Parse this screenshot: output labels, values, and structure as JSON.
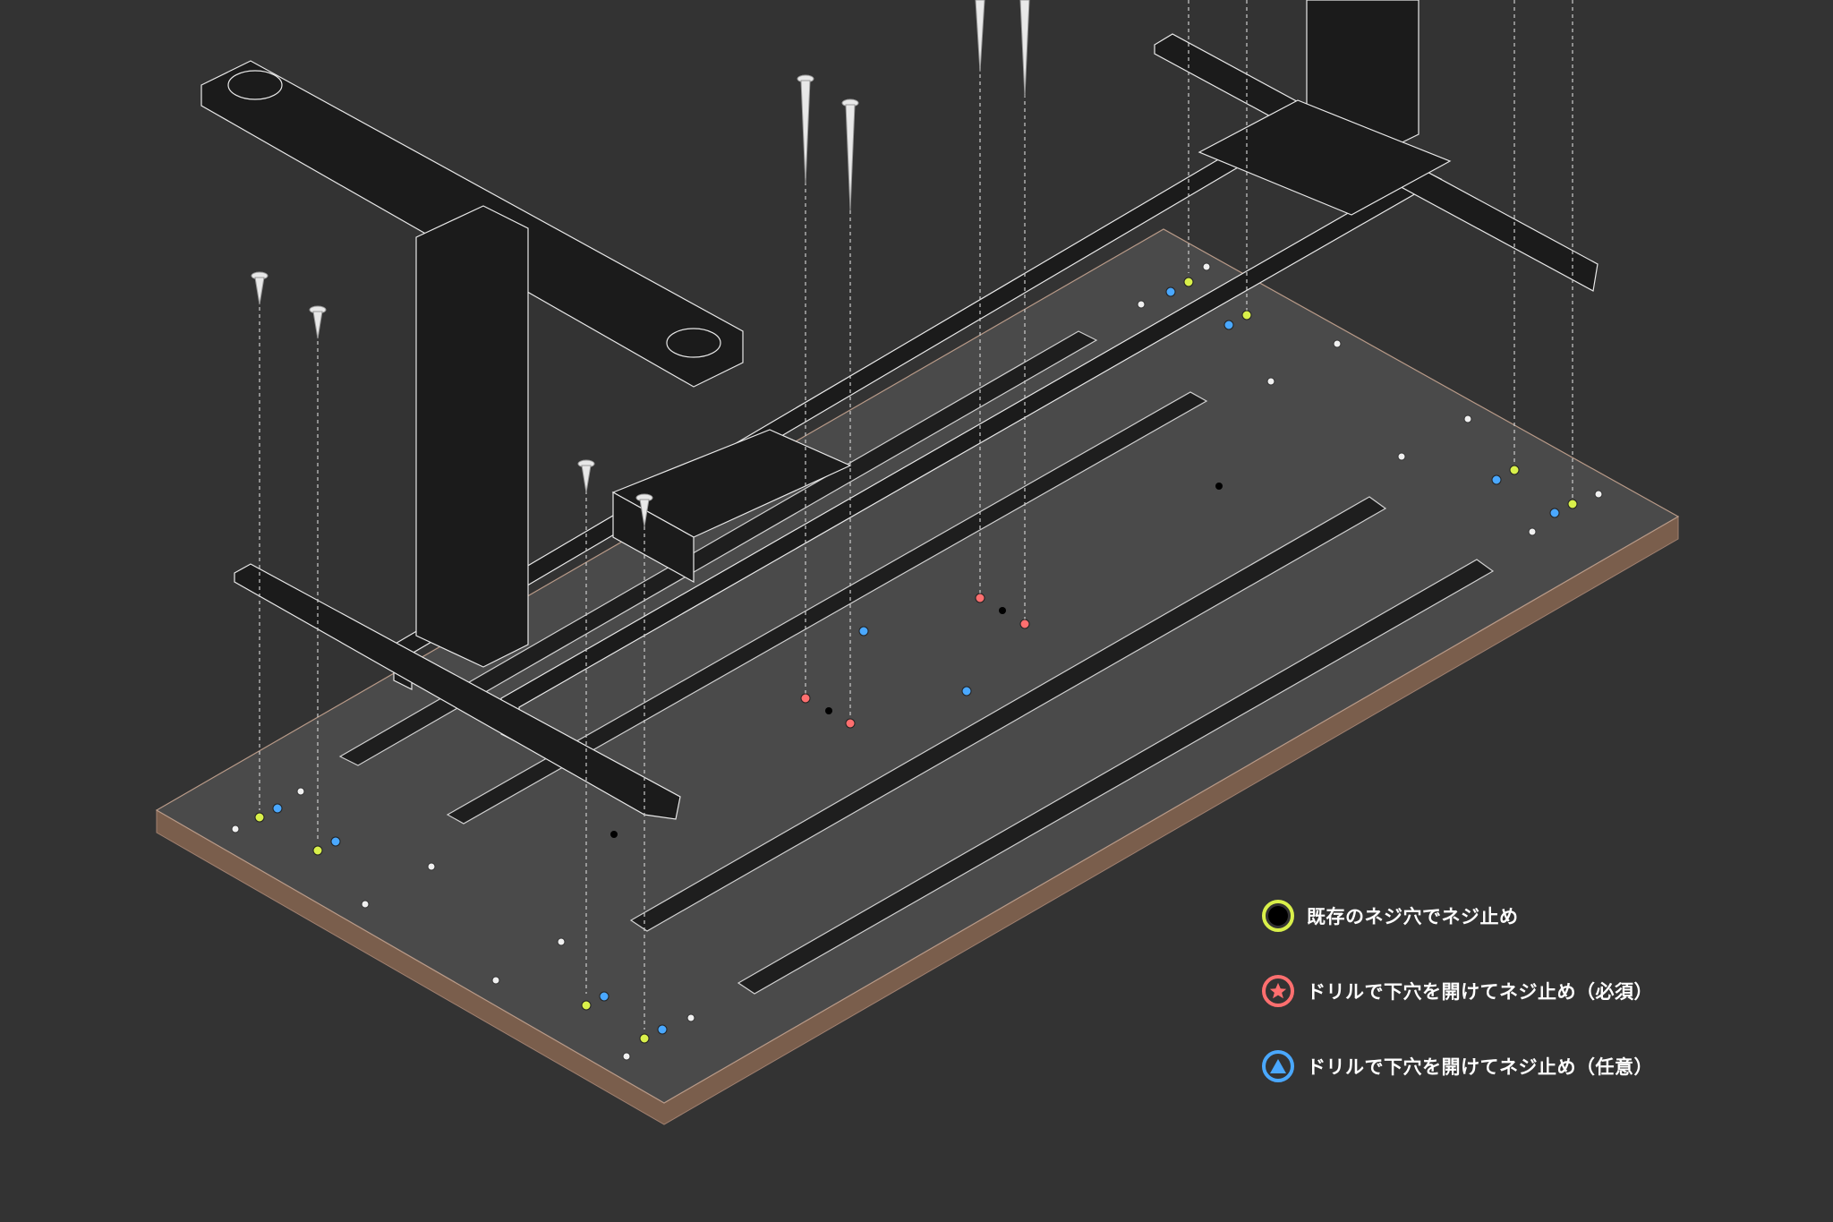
{
  "colors": {
    "background": "#333333",
    "board_top": "#4a4a4a",
    "board_edge": "#8a6a55",
    "frame_fill": "#1b1b1b",
    "frame_line": "#e8e8e8",
    "existing_hole": "#d9f04a",
    "required_hole": "#ff6f6f",
    "optional_hole": "#4aa8ff"
  },
  "legend": {
    "items": [
      {
        "key": "existing",
        "icon": "circle-icon",
        "marker_color": "#d9f04a",
        "label": "既存のネジ穴でネジ止め"
      },
      {
        "key": "required",
        "icon": "star-icon",
        "marker_color": "#ff6f6f",
        "label": "ドリルで下穴を開けてネジ止め（必須）"
      },
      {
        "key": "optional",
        "icon": "triangle-icon",
        "marker_color": "#4aa8ff",
        "label": "ドリルで下穴を開けてネジ止め（任意）"
      }
    ]
  }
}
